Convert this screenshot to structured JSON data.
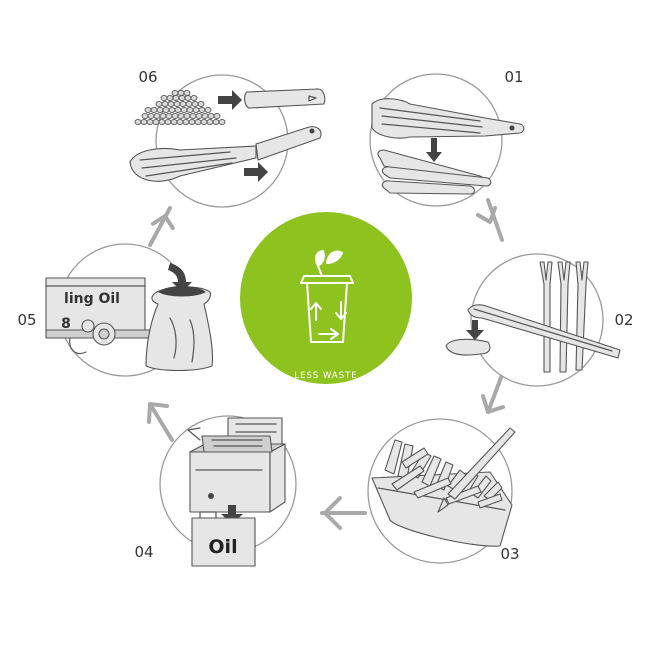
{
  "center": {
    "label": "LESS WASTE",
    "color": "#8dc21f"
  },
  "steps": [
    {
      "number": "01"
    },
    {
      "number": "02"
    },
    {
      "number": "03"
    },
    {
      "number": "04"
    },
    {
      "number": "05"
    },
    {
      "number": "06"
    }
  ],
  "labels": {
    "tank": "ling Oil",
    "tank_small": "8",
    "canister": "Oil"
  },
  "colors": {
    "arrow": "#a9a9a9",
    "outline": "#9a9a9a",
    "ink": "#555555"
  }
}
